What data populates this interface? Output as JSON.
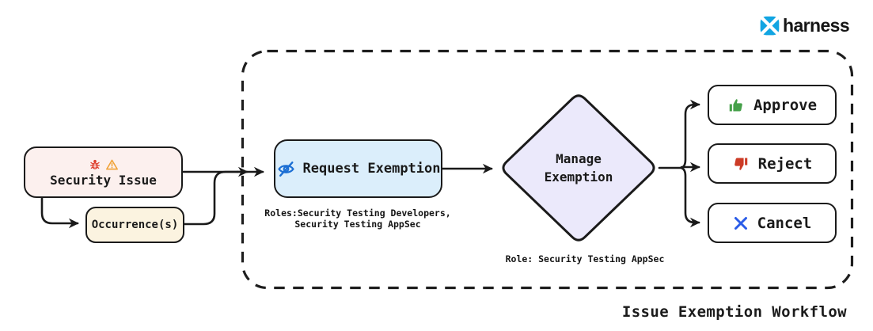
{
  "brand": {
    "name": "harness",
    "logo_icon": "harness-logo-icon",
    "logo_color": "#12A5E2",
    "text_color": "#151515"
  },
  "title": "Issue Exemption Workflow",
  "nodes": {
    "security_issue": {
      "label": "Security Issue",
      "icons": [
        "bug-icon",
        "warning-icon"
      ],
      "fill": "#fcf0ee",
      "bug_color": "#de3d2b",
      "warning_color": "#f0a237"
    },
    "occurrence": {
      "label": "Occurrence(s)",
      "fill": "#fbf3e0"
    },
    "request_exemption": {
      "label": "Request Exemption",
      "icon": "eye-off-icon",
      "icon_color": "#1c6fd4",
      "fill": "#dbeefb",
      "roles_line1": "Roles:Security Testing Developers,",
      "roles_line2": "Security Testing AppSec"
    },
    "manage_exemption": {
      "label_line1": "Manage",
      "label_line2": "Exemption",
      "fill": "#ebe9fb",
      "role": "Role: Security Testing AppSec"
    },
    "approve": {
      "label": "Approve",
      "icon": "thumbs-up-icon",
      "icon_color": "#45a049",
      "fill": "#ffffff"
    },
    "reject": {
      "label": "Reject",
      "icon": "thumbs-down-icon",
      "icon_color": "#cc3b26",
      "fill": "#ffffff"
    },
    "cancel": {
      "label": "Cancel",
      "icon": "x-icon",
      "icon_color": "#2a5ce8",
      "fill": "#ffffff"
    }
  },
  "colors": {
    "connector_stroke": "#1a1a1a",
    "node_border": "#1a1a1a",
    "dashed_boundary": "#1e1e1e",
    "background": "#ffffff"
  }
}
